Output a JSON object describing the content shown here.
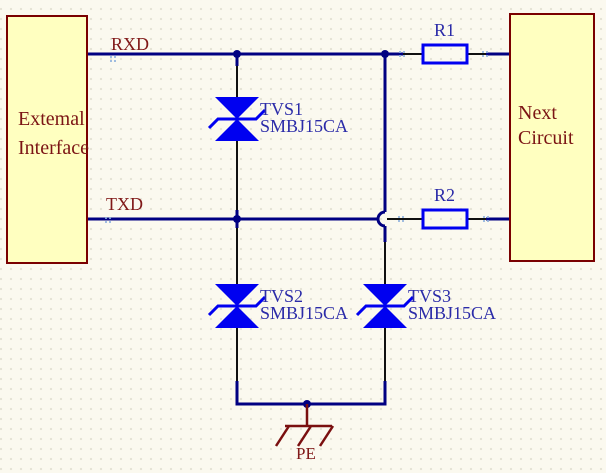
{
  "schematic": {
    "blocks": {
      "external_interface": {
        "line1": "Extemal",
        "line2": "Interface"
      },
      "next_circuit": {
        "line1": "Next",
        "line2": "Circuit"
      }
    },
    "net_labels": {
      "rxd": "RXD",
      "txd": "TXD",
      "pe": "PE"
    },
    "components": {
      "r1": {
        "designator": "R1"
      },
      "r2": {
        "designator": "R2"
      },
      "tvs1": {
        "designator": "TVS1",
        "part_number": "SMBJ15CA"
      },
      "tvs2": {
        "designator": "TVS2",
        "part_number": "SMBJ15CA"
      },
      "tvs3": {
        "designator": "TVS3",
        "part_number": "SMBJ15CA"
      }
    },
    "colors": {
      "background": "#FBF9EF",
      "block_fill": "#FFFFC0",
      "block_border": "#7A0000",
      "net_label_text": "#801818",
      "block_label_text": "#7B1414",
      "wire": "#000082",
      "component_body": "#0000F0",
      "component_label_text": "#2B2BA8",
      "pin_lead": "#101010",
      "ground_symbol": "#7A0F0F"
    }
  }
}
